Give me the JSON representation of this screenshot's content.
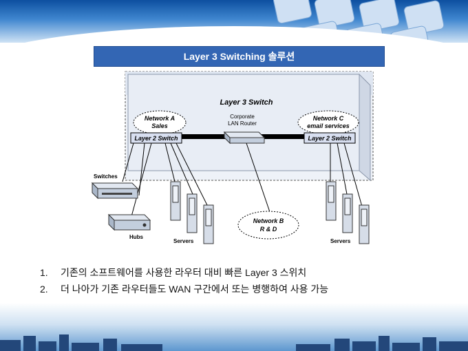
{
  "diagram": {
    "title": "Layer 3 Switching 솔루션",
    "layer3_switch": "Layer 3 Switch",
    "network_a": [
      "Network A",
      "Sales"
    ],
    "network_c": [
      "Network C",
      "email services"
    ],
    "network_b": [
      "Network B",
      "R & D"
    ],
    "router": [
      "Corporate",
      "LAN Router"
    ],
    "l2_left": "Layer 2 Switch",
    "l2_right": "Layer 2 Switch",
    "switches": "Switches",
    "hubs": "Hubs",
    "servers_left": "Servers",
    "servers_right": "Servers"
  },
  "notes": [
    {
      "num": "1.",
      "text": "기존의 소프트웨어를 사용한 라우터 대비 빠른 Layer 3 스위치"
    },
    {
      "num": "2.",
      "text": "더 나아가 기존 라우터들도 WAN 구간에서 또는 병행하여 사용 가능"
    }
  ],
  "colors": {
    "title_bg": "#3366b4",
    "box_fill": "#e6ecf6",
    "device": "#c9d4e3"
  }
}
